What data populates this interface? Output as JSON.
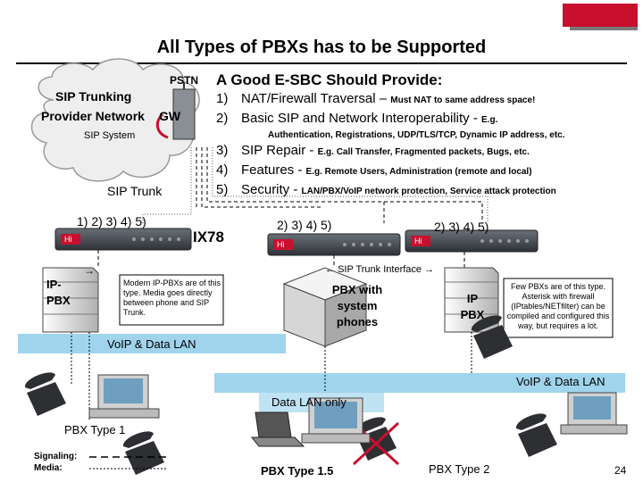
{
  "title": "All Types of PBXs has to be Supported",
  "cloud": {
    "provider": "SIP Trunking\nProvider Network",
    "gw": "GW",
    "sip_system": "SIP System",
    "pstn": "PSTN"
  },
  "requirements": {
    "heading": "A Good E-SBC Should Provide:",
    "items": [
      {
        "num": "1)",
        "main": "NAT/Firewall Traversal – ",
        "detail": "Must NAT to same address space!"
      },
      {
        "num": "2)",
        "main": "Basic SIP and Network Interoperability - ",
        "detail": "E.g."
      },
      {
        "num": "3)",
        "main": "SIP Repair - ",
        "detail": "E.g. Call Transfer, Fragmented packets, Bugs, etc."
      },
      {
        "num": "4)",
        "main": "Features - ",
        "detail": "E.g. Remote Users, Administration (remote and local)"
      },
      {
        "num": "5)",
        "main": "Security - ",
        "detail": "LAN/PBX/VoIP network protection, Service attack protection"
      }
    ],
    "item2_continuation": "Authentication, Registrations, UDP/TLS/TCP, Dynamic IP address, etc."
  },
  "sip_trunk_label": "SIP Trunk",
  "devices": [
    {
      "caption": "1) 2) 3) 4) 5)",
      "screen": "Hi"
    },
    {
      "caption": "2) 3) 4) 5)",
      "screen": "Hi"
    },
    {
      "caption": "2) 3) 4) 5)",
      "screen": "Hi"
    }
  ],
  "ix78": "IX78",
  "sip_trunk_interface": "SIP Trunk Interface",
  "pbx1": {
    "label": "IP-\nPBX",
    "note": "Modern IP-PBXs are of this type. Media goes directly between phone and SIP Trunk.",
    "lan": "VoIP & Data LAN",
    "type": "PBX Type 1"
  },
  "pbx15": {
    "label": "PBX with\nsystem\nphones",
    "lan": "Data LAN only",
    "type": "PBX Type 1.5"
  },
  "pbx2": {
    "label": "IP\nPBX",
    "note": "Few PBXs are of this type. Asterisk with firewall (IPtables/NETfilter) can be compiled and configured this way, but requires a lot.",
    "lan": "VoIP & Data LAN",
    "type": "PBX Type 2"
  },
  "legend": {
    "signaling": "Signaling:",
    "media": "Media:"
  },
  "page_number": "24",
  "colors": {
    "device": "#444a52",
    "lan": "#9fd4ec",
    "cloud": "#eeeeee",
    "accent": "#c8102e",
    "dashed_link": "#000000"
  }
}
